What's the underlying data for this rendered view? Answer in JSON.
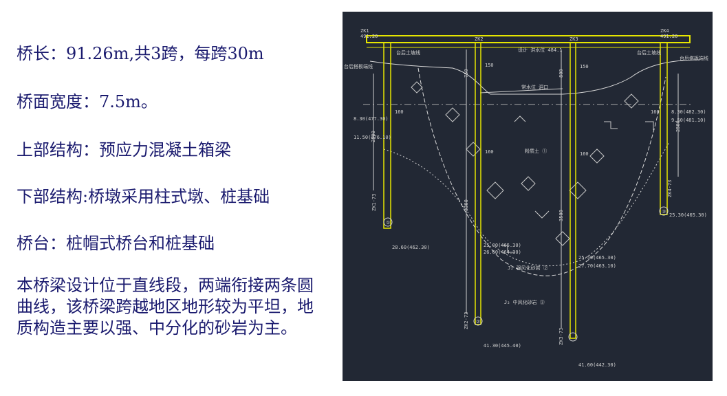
{
  "left_text": {
    "bridge_length": "桥长：91.26m,共3跨，每跨30m",
    "deck_width": "桥面宽度：7.5m。",
    "superstructure": "上部结构：预应力混凝土箱梁",
    "substructure": "下部结构:桥墩采用柱式墩、桩基础",
    "abutment": "桥台：桩帽式桥台和桩基础",
    "description": "本桥梁设计位于直线段，两端衔接两条圆曲线，该桥梁跨越地区地形较为平坦，地质构造主要以强、中分化的砂岩为主。"
  },
  "drawing": {
    "colors": {
      "background": "#222834",
      "deck": "#e6e600",
      "ground": "#d8d8d8",
      "text": "#d0d0d0"
    },
    "labels": {
      "left_abutment_top": "ZK1",
      "left_abutment_elev": "491.20",
      "right_abutment_top": "ZK4",
      "right_abutment_elev": "491.20",
      "left_abutment_note": "台后搭板端线",
      "right_abutment_note": "台后搭板端线",
      "left_cap_note": "台后土坡线",
      "right_cap_note": "台后土坡线",
      "mid_top_label": "ZK2",
      "mid_top_label_2": "ZK3",
      "design_water_level": "设计 洪水位 484.1",
      "normal_water_level": "常水位 洞口",
      "pier1_dim_top": "750",
      "pier2_dim_top": "800",
      "pier1_dim_bottom": "3300",
      "pier2_dim_bottom": "3500",
      "left_pile_dim": "2500",
      "right_pile_dim": "2500",
      "dim_150_a": "150",
      "dim_150_b": "150",
      "dim_160_a": "160",
      "dim_160_b": "160",
      "dim_160_c": "160",
      "dim_160_d": "160",
      "soil_1": "粉质土 ①",
      "soil_2": "J₂ 强风化砂岩 ②",
      "soil_3": "J₂ 中风化砂岩 ③",
      "marker_1": "①",
      "marker_2": "②",
      "marker_3": "③",
      "left_elev_1": "8.30(477.30)",
      "left_elev_2": "11.50(476.10)",
      "left_elev_3": "28.60(462.30)",
      "pier1_elev_1": "25.00(465.30)",
      "pier1_elev_2": "26.60(464.30)",
      "pier1_elev_3": "41.30(445.40)",
      "pier2_elev_1": "25.50(465.30)",
      "pier2_elev_2": "27.70(463.10)",
      "pier2_elev_3": "41.60(442.30)",
      "right_elev_1": "8.30(482.30)",
      "right_elev_2": "9.50(481.10)",
      "right_elev_3": "25.30(465.30)",
      "pile_tag_left": "ZK1-73",
      "pile_tag_p1": "ZK2-73",
      "pile_tag_p2": "ZK3-73",
      "pile_tag_right": "ZK4-73"
    }
  }
}
